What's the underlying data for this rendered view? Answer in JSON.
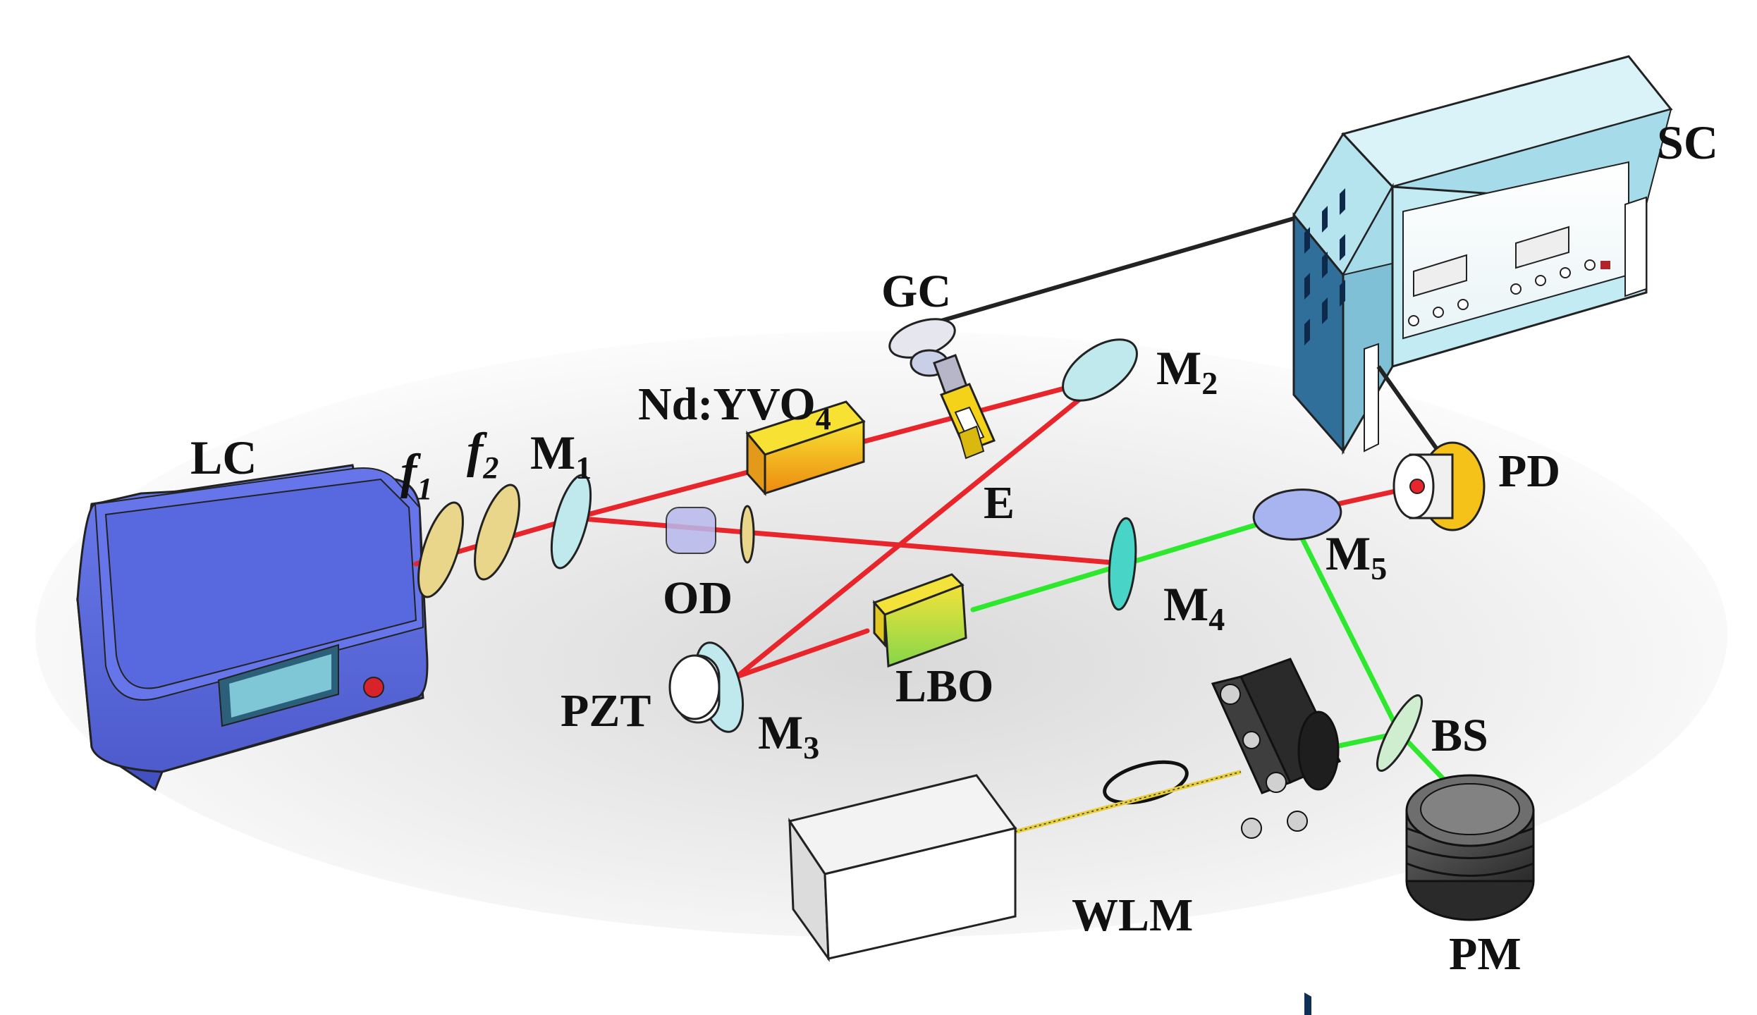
{
  "labels": {
    "lc": "LC",
    "f1_base": "f",
    "f1_sub": "1",
    "f2_base": "f",
    "f2_sub": "2",
    "m1_base": "M",
    "m1_sub": "1",
    "ndyvo_base": "Nd:YVO",
    "ndyvo_sub": "4",
    "gc": "GC",
    "m2_base": "M",
    "m2_sub": "2",
    "e": "E",
    "od": "OD",
    "m4_base": "M",
    "m4_sub": "4",
    "m5_base": "M",
    "m5_sub": "5",
    "pd": "PD",
    "sc": "SC",
    "pzt": "PZT",
    "m3_base": "M",
    "m3_sub": "3",
    "lbo": "LBO",
    "bs": "BS",
    "wlm": "WLM",
    "pm": "PM"
  },
  "colors": {
    "red_beam": "#e8252b",
    "green_beam": "#2ee82e",
    "pump_box": "#6f7fe8",
    "sc_box": "#bfeaf5",
    "crystal_yellow": "#f5d21a",
    "crystal_orange": "#f08a14",
    "lens_tan": "#e9d68a",
    "mirror_cyan": "#bfe9ec"
  }
}
